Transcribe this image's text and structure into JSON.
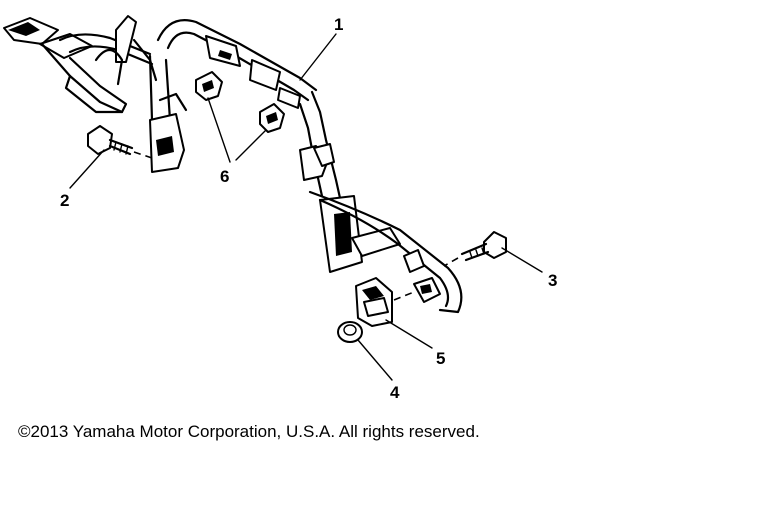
{
  "callouts": [
    "1",
    "2",
    "3",
    "4",
    "5",
    "6"
  ],
  "copyright": "©2013 Yamaha Motor Corporation, U.S.A. All rights reserved."
}
